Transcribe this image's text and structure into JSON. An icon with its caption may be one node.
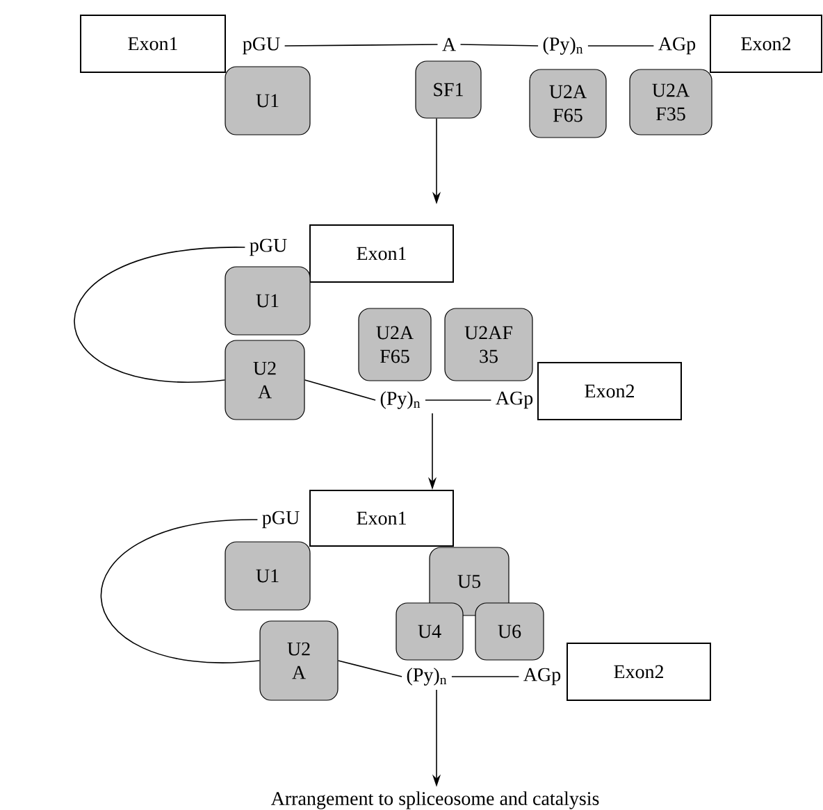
{
  "diagram": {
    "nodes": [
      {
        "text": [
          "Exon1"
        ]
      },
      {
        "text": [
          "pGU"
        ]
      },
      {
        "text": [
          "A"
        ]
      },
      {
        "text": [
          "(Py)$_{n}$"
        ]
      },
      {
        "text": [
          "AGp"
        ]
      },
      {
        "text": [
          "Exon2"
        ]
      },
      {
        "text": [
          "U1"
        ]
      },
      {
        "text": [
          "SF1"
        ]
      },
      {
        "text": [
          "U2A F65"
        ]
      },
      {
        "text": [
          "U2A F35"
        ]
      },
      {
        "text": [
          "pGU"
        ]
      },
      {
        "text": [
          "Exon1"
        ]
      },
      {
        "text": [
          "U1"
        ]
      },
      {
        "text": [
          "U2A F65"
        ]
      },
      {
        "text": [
          "U2AF 35"
        ]
      },
      {
        "text": [
          "U2 A"
        ]
      },
      {
        "text": [
          "(Py)$_{n}$"
        ]
      },
      {
        "text": [
          "AGp"
        ]
      },
      {
        "text": [
          "Exon2"
        ]
      },
      {
        "text": [
          "pGU"
        ]
      },
      {
        "text": [
          "Exon1"
        ]
      },
      {
        "text": [
          "U1"
        ]
      },
      {
        "text": [
          "U5"
        ]
      },
      {
        "text": [
          "U4"
        ]
      },
      {
        "text": [
          "U6"
        ]
      },
      {
        "text": [
          "U2 A"
        ]
      },
      {
        "text": [
          "(Py)$_{n}$"
        ]
      },
      {
        "text": [
          "AGp"
        ]
      },
      {
        "text": [
          "Exon2"
        ]
      },
      {
        "text": [
          "Arrangement to spliceosome and catalysis"
        ]
      }
    ],
    "edges": [
      {
        "from": 1,
        "to": 2,
        "arrow": "none"
      },
      {
        "from": 2,
        "to": 3,
        "arrow": "none"
      },
      {
        "from": 3,
        "to": 4,
        "arrow": "none"
      },
      {
        "from": 7,
        "to": null,
        "arrow": "to"
      },
      {
        "from": 10,
        "to": 15,
        "arrow": "none"
      },
      {
        "from": 15,
        "to": 16,
        "arrow": "none"
      },
      {
        "from": 16,
        "to": 17,
        "arrow": "none"
      },
      {
        "from": 16,
        "to": 20,
        "arrow": "to"
      },
      {
        "from": 19,
        "to": 25,
        "arrow": "none"
      },
      {
        "from": 25,
        "to": 26,
        "arrow": "none"
      },
      {
        "from": 26,
        "to": 27,
        "arrow": "none"
      },
      {
        "from": 26,
        "to": 29,
        "arrow": "to"
      }
    ]
  }
}
